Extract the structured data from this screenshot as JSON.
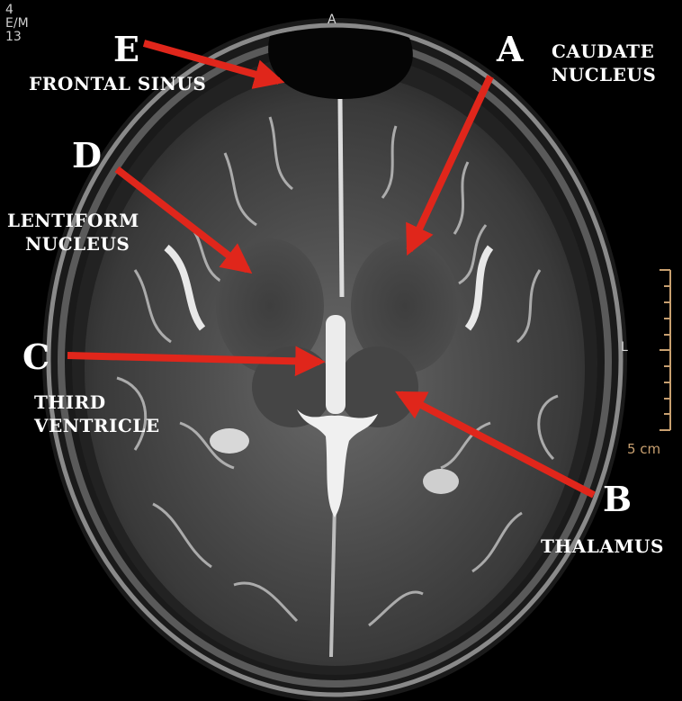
{
  "scan_info": {
    "series_lines": [
      "4",
      "E/M",
      "13"
    ]
  },
  "orientation": {
    "anterior": "A",
    "left": "L"
  },
  "scale_bar": {
    "label": "5 cm"
  },
  "annotations": [
    {
      "letter": "A",
      "label_lines": [
        "CAUDATE",
        "NUCLEUS"
      ]
    },
    {
      "letter": "B",
      "label_lines": [
        "THALAMUS"
      ]
    },
    {
      "letter": "C",
      "label_lines": [
        "THIRD",
        "VENTRICLE"
      ]
    },
    {
      "letter": "D",
      "label_lines": [
        "LENTIFORM",
        "NUCLEUS"
      ]
    },
    {
      "letter": "E",
      "label_lines": [
        "FRONTAL SINUS"
      ]
    }
  ],
  "colors": {
    "arrow": "#e0261b",
    "annotation_text": "#ffffff",
    "scale_bar": "#c8a070"
  }
}
